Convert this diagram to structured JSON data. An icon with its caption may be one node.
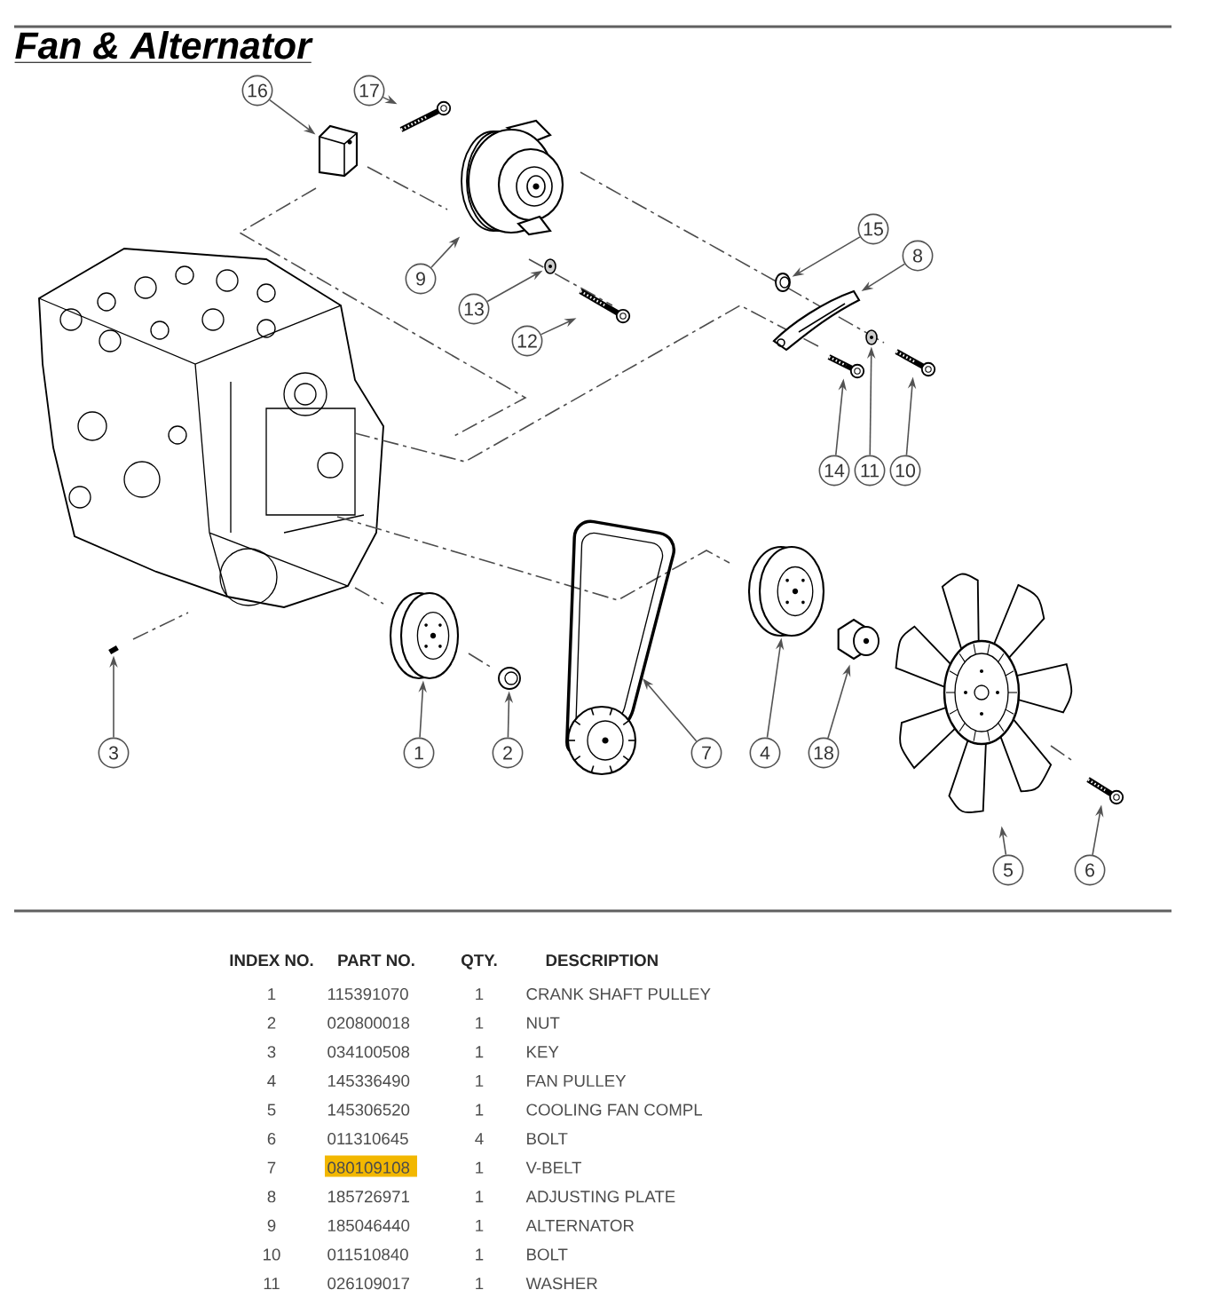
{
  "diagram": {
    "title": "Fan & Alternator",
    "nodes": [
      {
        "text": [
          "16"
        ]
      },
      {
        "text": [
          "17"
        ]
      },
      {
        "text": [
          "9"
        ]
      },
      {
        "text": [
          "13"
        ]
      },
      {
        "text": [
          "12"
        ]
      },
      {
        "text": [
          "15"
        ]
      },
      {
        "text": [
          "8"
        ]
      },
      {
        "text": [
          "14"
        ]
      },
      {
        "text": [
          "11"
        ]
      },
      {
        "text": [
          "10"
        ]
      },
      {
        "text": [
          "3"
        ]
      },
      {
        "text": [
          "1"
        ]
      },
      {
        "text": [
          "2"
        ]
      },
      {
        "text": [
          "7"
        ]
      },
      {
        "text": [
          "4"
        ]
      },
      {
        "text": [
          "18"
        ]
      },
      {
        "text": [
          "5"
        ]
      },
      {
        "text": [
          "6"
        ]
      },
      {
        "text": [],
        "shape": "picture"
      },
      {
        "text": [],
        "shape": "picture"
      },
      {
        "text": [],
        "shape": "picture"
      },
      {
        "text": [],
        "shape": "picture"
      },
      {
        "text": [],
        "shape": "picture"
      },
      {
        "text": [],
        "shape": "picture"
      },
      {
        "text": [],
        "shape": "picture"
      },
      {
        "text": [],
        "shape": "picture"
      },
      {
        "text": [],
        "shape": "picture"
      },
      {
        "text": [],
        "shape": "picture"
      },
      {
        "text": [],
        "shape": "picture"
      },
      {
        "text": [],
        "shape": "picture"
      },
      {
        "text": [],
        "shape": "picture"
      },
      {
        "text": [],
        "shape": "picture"
      },
      {
        "text": [],
        "shape": "picture"
      },
      {
        "text": [],
        "shape": "picture"
      },
      {
        "text": [],
        "shape": "picture"
      },
      {
        "text": [],
        "shape": "picture"
      }
    ],
    "edges": [
      {
        "from": 0,
        "to": 18,
        "arrow": "to"
      },
      {
        "from": 1,
        "to": 19,
        "arrow": "to"
      },
      {
        "from": 2,
        "to": 20,
        "arrow": "to"
      },
      {
        "from": 3,
        "to": 21,
        "arrow": "to"
      },
      {
        "from": 4,
        "to": 22,
        "arrow": "to"
      },
      {
        "from": 5,
        "to": 23,
        "arrow": "to"
      },
      {
        "from": 6,
        "to": 24,
        "arrow": "to"
      },
      {
        "from": 7,
        "to": 25,
        "arrow": "to"
      },
      {
        "from": 8,
        "to": 26,
        "arrow": "to"
      },
      {
        "from": 9,
        "to": 27,
        "arrow": "to"
      },
      {
        "from": 10,
        "to": 28,
        "arrow": "to"
      },
      {
        "from": 11,
        "to": 29,
        "arrow": "to"
      },
      {
        "from": 12,
        "to": 30,
        "arrow": "to"
      },
      {
        "from": 13,
        "to": 31,
        "arrow": "to"
      },
      {
        "from": 14,
        "to": 32,
        "arrow": "to"
      },
      {
        "from": 15,
        "to": 33,
        "arrow": "to"
      },
      {
        "from": 16,
        "to": 34,
        "arrow": "to"
      },
      {
        "from": 17,
        "to": 35,
        "arrow": "to"
      }
    ],
    "labels": [
      "INDEX NO.",
      "PART NO.",
      "QTY.",
      "DESCRIPTION",
      "1",
      "115391070",
      "1",
      "CRANK SHAFT PULLEY",
      "2",
      "020800018",
      "1",
      "NUT",
      "3",
      "034100508",
      "1",
      "KEY",
      "4",
      "145336490",
      "1",
      "FAN PULLEY",
      "5",
      "145306520",
      "1",
      "COOLING FAN COMPL",
      "6",
      "011310645",
      "4",
      "BOLT",
      "7",
      "080109108",
      "1",
      "V-BELT",
      "8",
      "185726971",
      "1",
      "ADJUSTING PLATE",
      "9",
      "185046440",
      "1",
      "ALTERNATOR",
      "10",
      "011510840",
      "1",
      "BOLT",
      "11",
      "026109017",
      "1",
      "WASHER"
    ]
  }
}
